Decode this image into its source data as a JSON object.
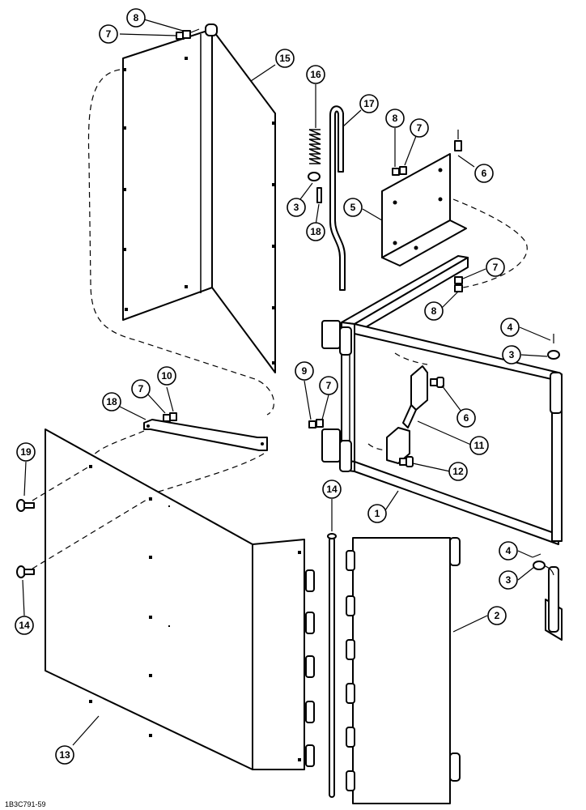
{
  "figure_ref": "1B3C791-59",
  "callouts": [
    "1",
    "2",
    "3",
    "3",
    "3",
    "4",
    "4",
    "5",
    "6",
    "6",
    "7",
    "7",
    "7",
    "7",
    "7",
    "8",
    "8",
    "8",
    "8",
    "8",
    "9",
    "10",
    "11",
    "12",
    "13",
    "14",
    "15",
    "16",
    "17",
    "18",
    "19"
  ]
}
